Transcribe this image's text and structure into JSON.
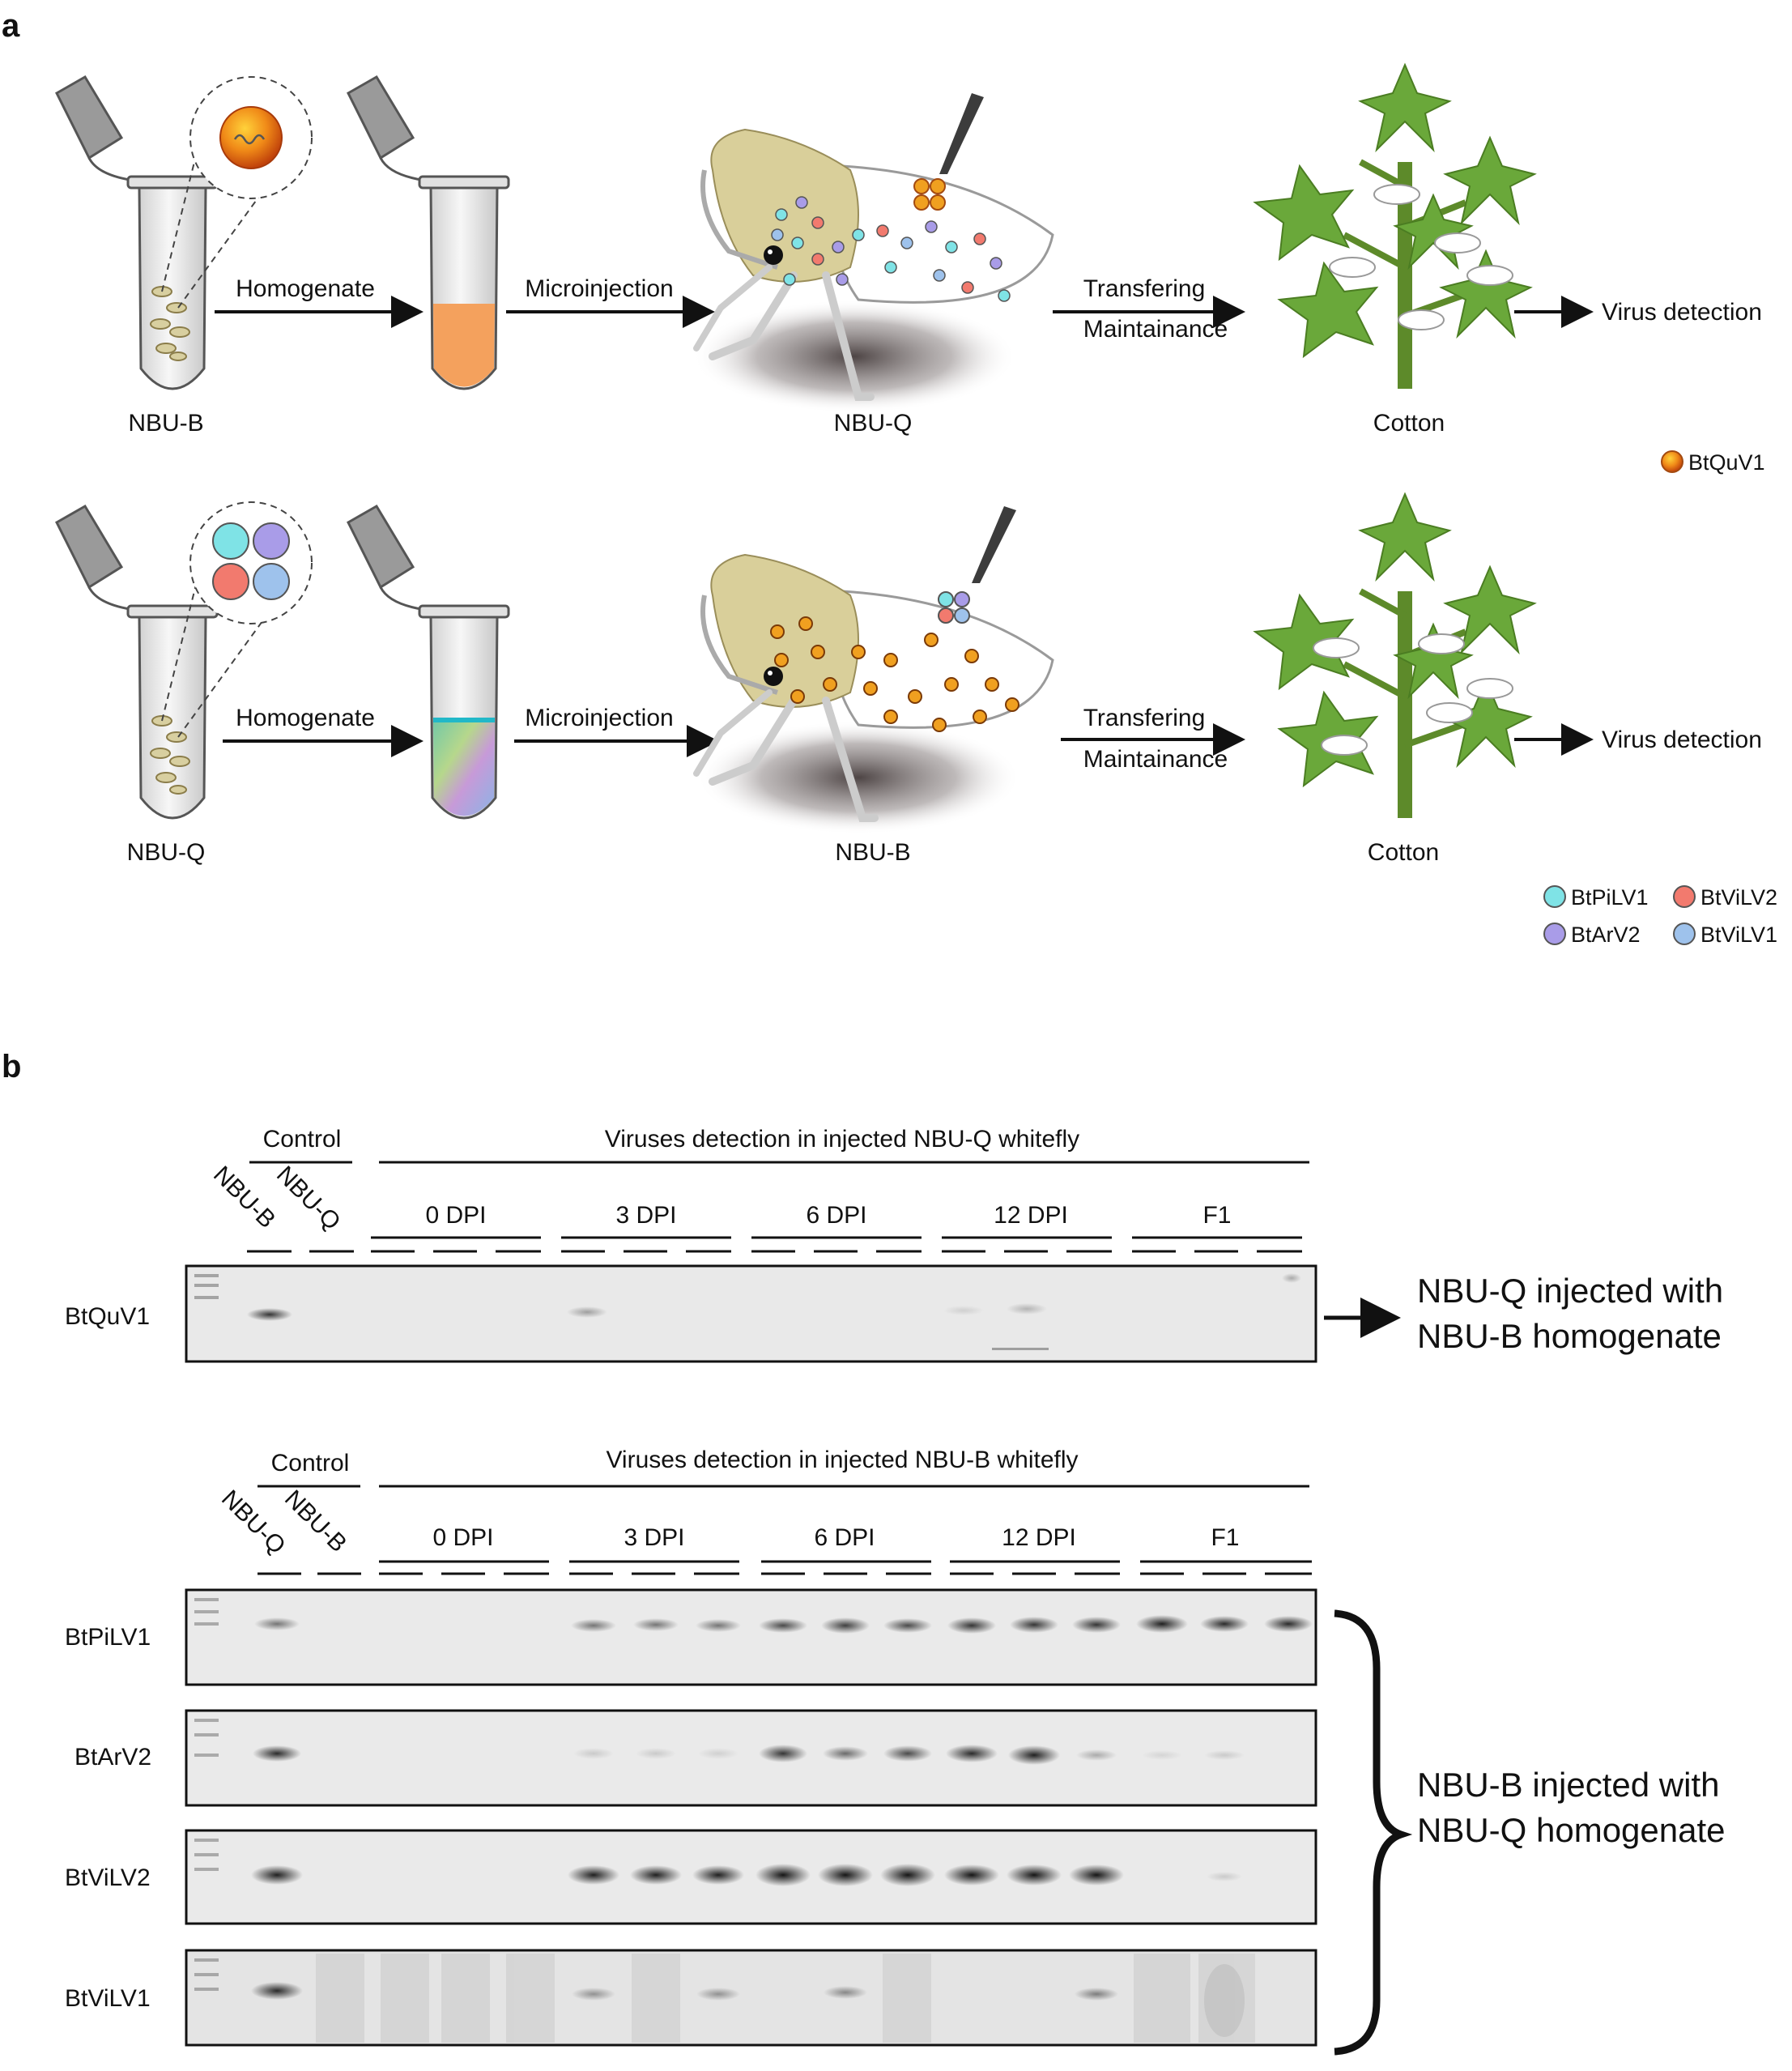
{
  "panel_a": {
    "letter": "a",
    "rows": [
      {
        "source_label": "NBU-B",
        "step1": "Homogenate",
        "step2": "Microinjection",
        "host_label": "NBU-Q",
        "step3_line1": "Transfering",
        "step3_line2": "Maintainance",
        "plant_label": "Cotton",
        "result": "Virus detection",
        "homogenate_color": "#f4a15d",
        "injected_dots": [
          "orange"
        ]
      },
      {
        "source_label": "NBU-Q",
        "step1": "Homogenate",
        "step2": "Microinjection",
        "host_label": "NBU-B",
        "step3_line1": "Transfering",
        "step3_line2": "Maintainance",
        "plant_label": "Cotton",
        "result": "Virus detection",
        "homogenate_color": "#9ad6b9",
        "injected_dots": [
          "cyan",
          "purple",
          "red",
          "blue"
        ]
      }
    ],
    "legend_top": [
      {
        "name": "BtQuV1",
        "color": "#f08c18"
      }
    ],
    "legend_bottom": [
      {
        "name": "BtPiLV1",
        "color": "#7fe3e6"
      },
      {
        "name": "BtViLV2",
        "color": "#f27a6e"
      },
      {
        "name": "BtArV2",
        "color": "#a99ce8"
      },
      {
        "name": "BtViLV1",
        "color": "#9ec2ec"
      }
    ]
  },
  "panel_b": {
    "letter": "b",
    "gel1": {
      "control_label": "Control",
      "control_lanes": [
        "NBU-B",
        "NBU-Q"
      ],
      "detection_title": "Viruses detection in injected NBU-Q whitefly",
      "groups": [
        "0 DPI",
        "3 DPI",
        "6 DPI",
        "12 DPI",
        "F1"
      ],
      "rows": [
        "BtQuV1"
      ],
      "annotation_line1": "NBU-Q injected with",
      "annotation_line2": "NBU-B homogenate"
    },
    "gel2": {
      "control_label": "Control",
      "control_lanes": [
        "NBU-Q",
        "NBU-B"
      ],
      "detection_title": "Viruses detection in injected NBU-B whitefly",
      "groups": [
        "0 DPI",
        "3 DPI",
        "6 DPI",
        "12 DPI",
        "F1"
      ],
      "rows": [
        "BtPiLV1",
        "BtArV2",
        "BtViLV2",
        "BtViLV1"
      ],
      "annotation_line1": "NBU-B injected with",
      "annotation_line2": "NBU-Q homogenate"
    }
  }
}
